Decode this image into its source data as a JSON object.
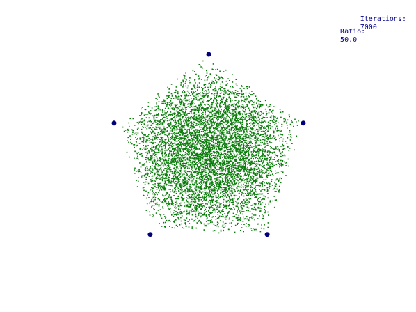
{
  "hud": {
    "iterations_label": "Iterations:",
    "iterations_value": "7000",
    "ratio_label": "Ratio:",
    "ratio_value": "50.0"
  },
  "colors": {
    "background": "#ffffff",
    "hud_text": "#00008b",
    "vertex": "#00007a",
    "points": "#0a7d0a"
  },
  "fractal": {
    "vertices": 5,
    "iterations": 7000,
    "ratio": 50.0
  }
}
